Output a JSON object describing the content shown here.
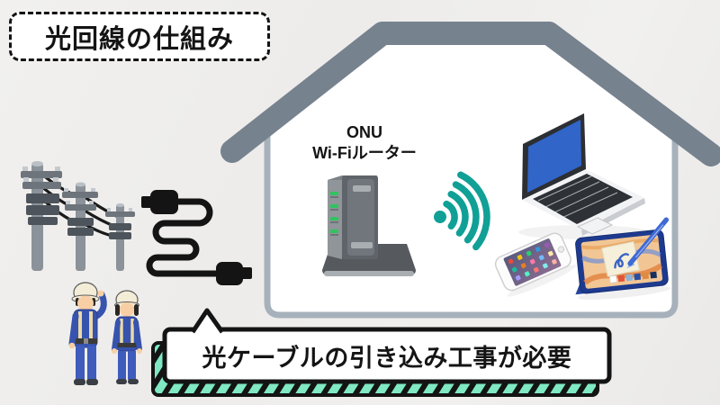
{
  "title": {
    "text": "光回線の仕組み"
  },
  "house": {
    "device_label_line1": "ONU",
    "device_label_line2": "Wi-Fiルーター"
  },
  "callout": {
    "text": "光ケーブルの引き込み工事が必要"
  },
  "scene": {
    "icons": [
      "utility-poles-icon",
      "fiber-cable-icon",
      "construction-workers-icon",
      "house-icon",
      "onu-router-icon",
      "wifi-signal-icon",
      "laptop-icon",
      "smartphone-icon",
      "tablet-icon",
      "callout-banner"
    ]
  },
  "colors": {
    "background": "#efeeec",
    "roof_slate": "#76828e",
    "wall_outline": "#a7b1bb",
    "wifi_teal": "#10a096",
    "callout_mint": "#7fe9c4",
    "laptop_screen_blue": "#3165c8",
    "worker_uniform_blue": "#3753ae",
    "led_green": "#2fc45e",
    "line_black": "#141414"
  }
}
